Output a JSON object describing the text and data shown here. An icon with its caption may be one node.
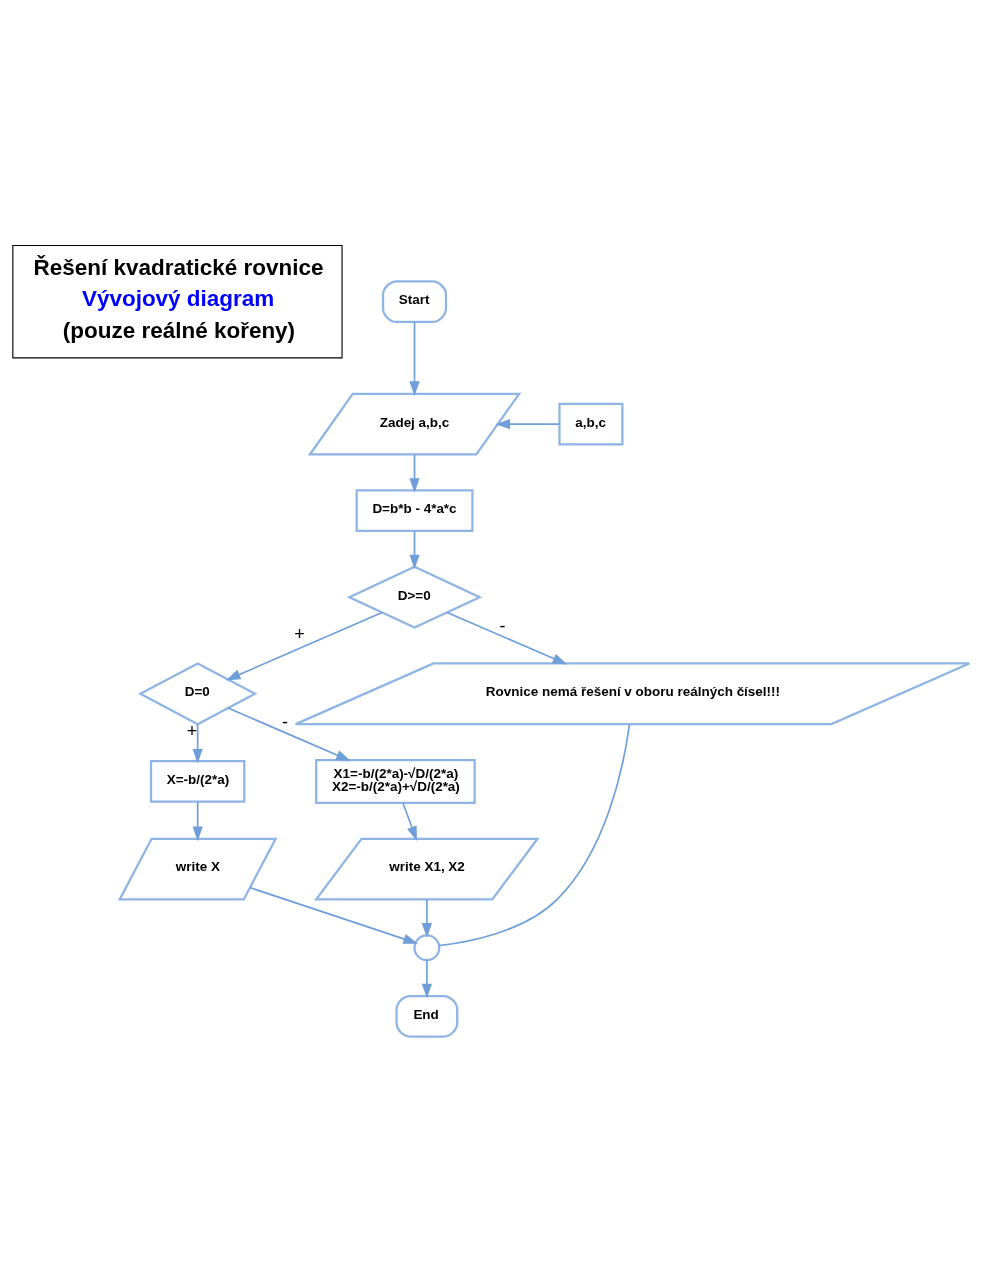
{
  "diagram": {
    "nodes": [
      {
        "text": [
          "Řešení kvadratické rovnice",
          "Vývojový diagram",
          "(pouze reálné kořeny)"
        ]
      },
      {
        "text": [
          "Start"
        ]
      },
      {
        "text": [
          "Zadej a,b,c"
        ]
      },
      {
        "text": [
          "a,b,c"
        ]
      },
      {
        "text": [
          "D=b*b - 4*a*c"
        ]
      },
      {
        "text": [
          "D>=0"
        ]
      },
      {
        "text": [
          "D=0"
        ]
      },
      {
        "text": [
          "X=-b/(2*a)"
        ]
      },
      {
        "text": [
          "Rovnice nemá řešení v oboru reálných čísel!!!"
        ]
      },
      {
        "text": [
          "X1=-b/(2*a)-√D/(2*a)",
          "X2=-b/(2*a)+√D/(2*a)"
        ]
      },
      {
        "text": [
          "write X"
        ]
      },
      {
        "text": [
          "write X1, X2"
        ]
      },
      {
        "text": [],
        "shape": "circle"
      },
      {
        "text": [
          "End"
        ]
      }
    ],
    "edges": [
      {
        "from": 1,
        "to": 2,
        "arrow": "to"
      },
      {
        "from": 3,
        "to": 2,
        "arrow": "to"
      },
      {
        "from": 2,
        "to": 4,
        "arrow": "to"
      },
      {
        "from": 4,
        "to": 5,
        "arrow": "to"
      },
      {
        "from": 5,
        "to": 8,
        "arrow": "to",
        "label": "-"
      },
      {
        "from": 5,
        "to": 6,
        "arrow": "to",
        "label": "+"
      },
      {
        "from": 6,
        "to": 7,
        "arrow": "to",
        "label": "+"
      },
      {
        "from": 6,
        "to": 9,
        "arrow": "to",
        "label": "-"
      },
      {
        "from": 7,
        "to": 10,
        "arrow": "to"
      },
      {
        "from": 9,
        "to": 11,
        "arrow": "to"
      },
      {
        "from": 8,
        "to": 12,
        "arrow": "none"
      },
      {
        "from": 11,
        "to": 12,
        "arrow": "to"
      },
      {
        "from": 10,
        "to": 12,
        "arrow": "to"
      },
      {
        "from": 12,
        "to": 13,
        "arrow": "to"
      }
    ]
  }
}
